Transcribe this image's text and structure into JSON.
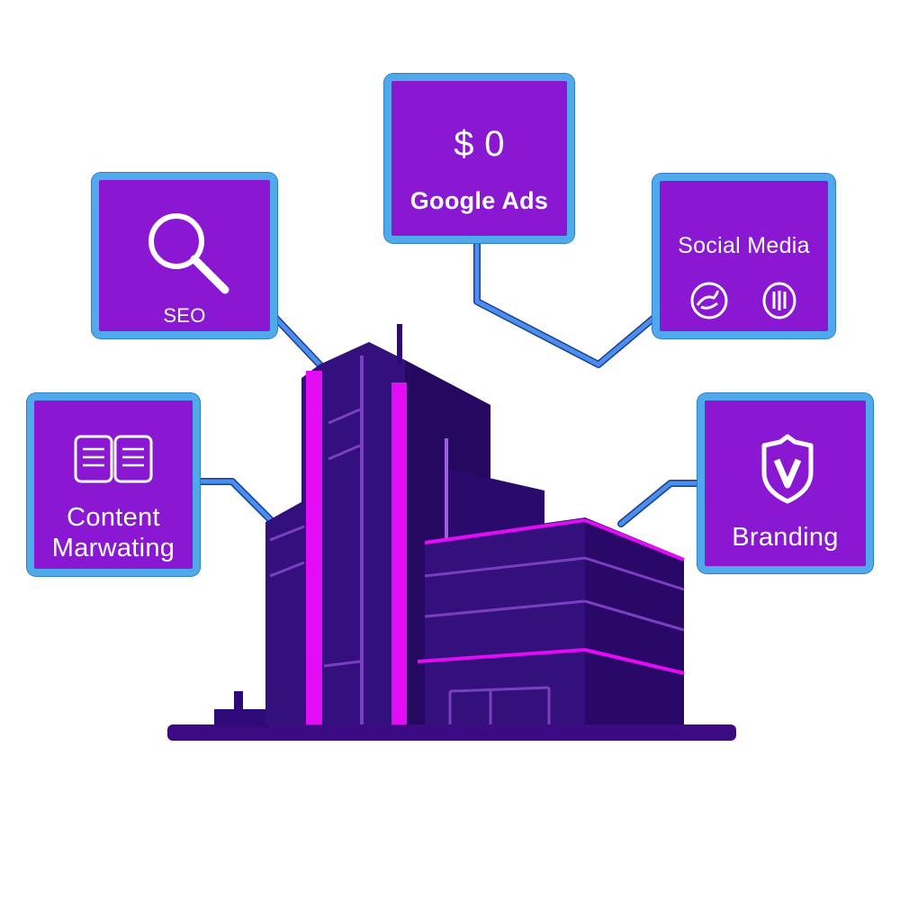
{
  "cards": {
    "seo": {
      "label": "SEO",
      "icon": "magnifier-icon"
    },
    "google_ads": {
      "price": "$ 0",
      "label": "Google Ads"
    },
    "social_media": {
      "label": "Social Media",
      "icons": [
        "bird-logo-icon",
        "bars-logo-icon"
      ]
    },
    "content_marketing": {
      "line1": "Content",
      "line2": "Marwating",
      "icon": "open-book-icon"
    },
    "branding": {
      "label": "Branding",
      "icon": "shield-v-icon"
    }
  },
  "colors": {
    "card": "#8a18d2",
    "border": "#4fa9ea",
    "building": "#2e0a78",
    "neon": "#e40cf4"
  }
}
